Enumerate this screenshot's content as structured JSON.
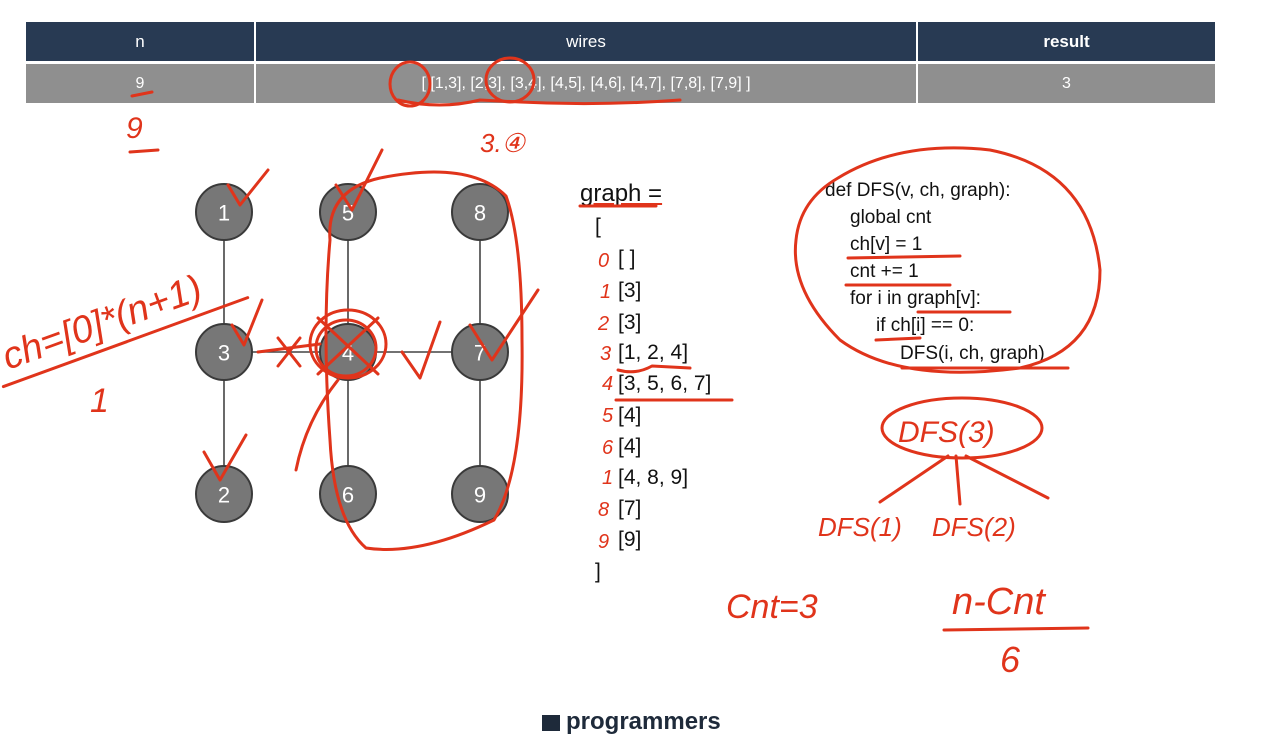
{
  "table": {
    "headers": [
      "n",
      "wires",
      "result"
    ],
    "row": [
      "9",
      "[ [1,3], [2,3], [3,4], [4,5], [4,6], [4,7], [7,8], [7,9] ]",
      "3"
    ]
  },
  "nodes": [
    "1",
    "2",
    "3",
    "4",
    "5",
    "6",
    "7",
    "8",
    "9"
  ],
  "graph_label": "graph =",
  "open_bracket": "[",
  "close_bracket": "]",
  "adjacency": [
    "[ ]",
    "[3]",
    "[3]",
    "[1, 2, 4]",
    "[3, 5, 6, 7]",
    "[4]",
    "[4]",
    "[4, 8, 9]",
    "[7]",
    "[9]"
  ],
  "code_lines": [
    "def DFS(v, ch, graph):",
    "global cnt",
    "ch[v] = 1",
    "cnt += 1",
    "for i in graph[v]:",
    "if ch[i] == 0:",
    "DFS(i, ch, graph)"
  ],
  "annotations": {
    "n_note": "9",
    "wire_note": "3.④",
    "ch_note": "ch=[0]*(n+1)",
    "ch_sub": "1",
    "index_labels": [
      "0",
      "1",
      "2",
      "3",
      "4",
      "5",
      "6",
      "1",
      "8",
      "9"
    ],
    "dfs_root": "DFS(3)",
    "dfs_child1": "DFS(1)",
    "dfs_child2": "DFS(2)",
    "cnt_note": "Cnt=3",
    "formula_top": "n-Cnt",
    "formula_bottom": "6",
    "ink_color": "#e0341b"
  },
  "logo": "programmers"
}
